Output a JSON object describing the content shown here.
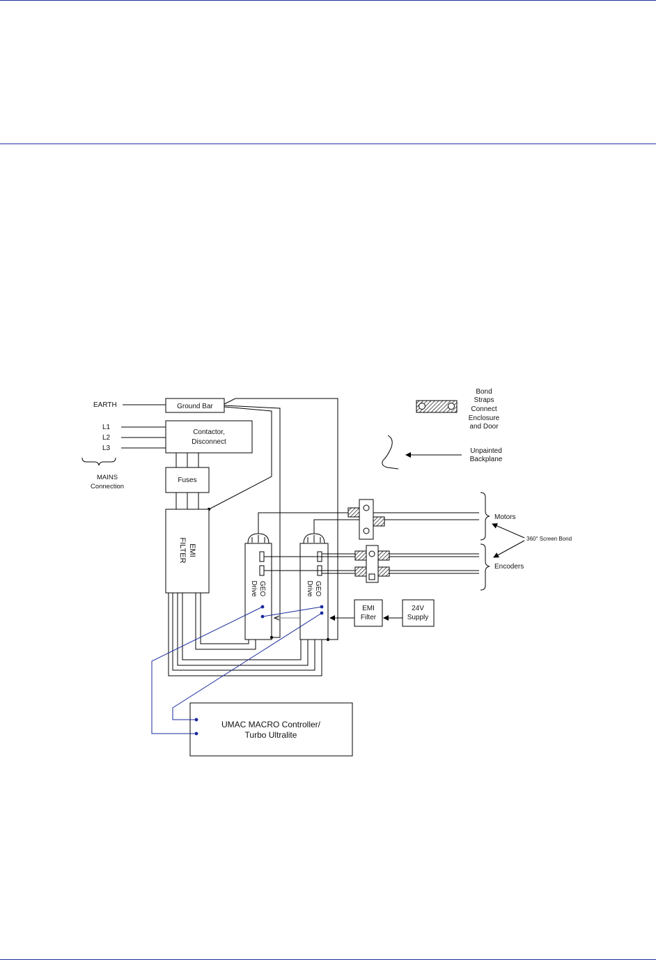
{
  "colors": {
    "page_rule": "#1f2f9f",
    "signal_wire": "#1a2a9c",
    "wire": "#000000",
    "hatch": "#000000"
  },
  "diagram": {
    "mains": {
      "earth": "EARTH",
      "l1": "L1",
      "l2": "L2",
      "l3": "L3",
      "caption_line1": "MAINS",
      "caption_line2": "Connection"
    },
    "ground_bar": "Ground Bar",
    "contactor_line1": "Contactor,",
    "contactor_line2": "Disconnect",
    "fuses": "Fuses",
    "emi_filter_line1": "EMI",
    "emi_filter_line2": "FILTER",
    "drive_a_line1": "GEO",
    "drive_a_line2": "Drive",
    "drive_b_line1": "GEO",
    "drive_b_line2": "Drive",
    "dc_emi_filter_line1": "EMI",
    "dc_emi_filter_line2": "Filter",
    "supply_line1": "24V",
    "supply_line2": "Supply",
    "controller_line1": "UMAC MACRO Controller/",
    "controller_line2": "Turbo Ultralite",
    "legend_bond_straps": [
      "Bond",
      "Straps",
      "Connect",
      "Enclosure",
      "and Door"
    ],
    "legend_backplane_line1": "Unpainted",
    "legend_backplane_line2": "Backplane",
    "motors": "Motors",
    "encoders": "Encoders",
    "screen_bond": "360° Screen Bond"
  }
}
